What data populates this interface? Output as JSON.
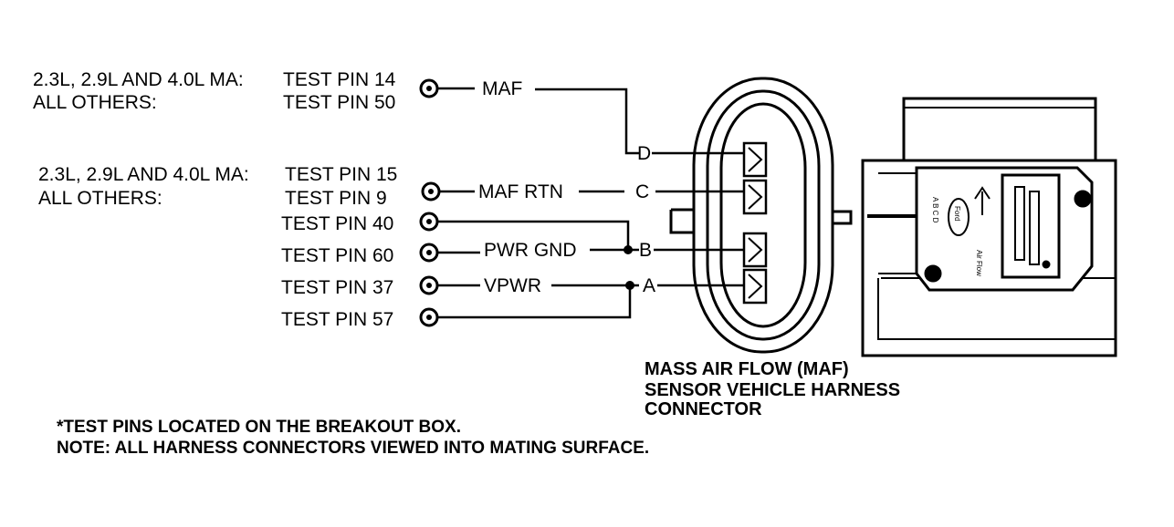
{
  "left_labels": {
    "group1_line1": "2.3L, 2.9L AND 4.0L MA:",
    "group1_line2": "ALL OTHERS:",
    "group2_line1": "2.3L, 2.9L AND 4.0L MA:",
    "group2_line2": "ALL OTHERS:"
  },
  "test_pins": {
    "pin14": "TEST PIN 14",
    "pin50": "TEST PIN 50",
    "pin15": "TEST PIN 15",
    "pin9": "TEST PIN  9",
    "pin40": "TEST PIN 40",
    "pin60": "TEST PIN 60",
    "pin37": "TEST PIN 37",
    "pin57": "TEST PIN 57"
  },
  "signals": {
    "maf": "MAF",
    "maf_rtn": "MAF RTN",
    "pwr_gnd": "PWR GND",
    "vpwr": "VPWR"
  },
  "connector_pins": {
    "d": "D",
    "c": "C",
    "b": "B",
    "a": "A"
  },
  "connector_caption": {
    "line1": "MASS AIR FLOW (MAF)",
    "line2": "SENSOR VEHICLE HARNESS",
    "line3": "CONNECTOR"
  },
  "sensor_markings": {
    "pins": "A B C D",
    "brand": "Ford",
    "air_flow": "Air Flow"
  },
  "notes": {
    "line1": "*TEST PINS LOCATED ON THE BREAKOUT BOX.",
    "line2": "NOTE: ALL HARNESS CONNECTORS VIEWED INTO MATING SURFACE."
  }
}
